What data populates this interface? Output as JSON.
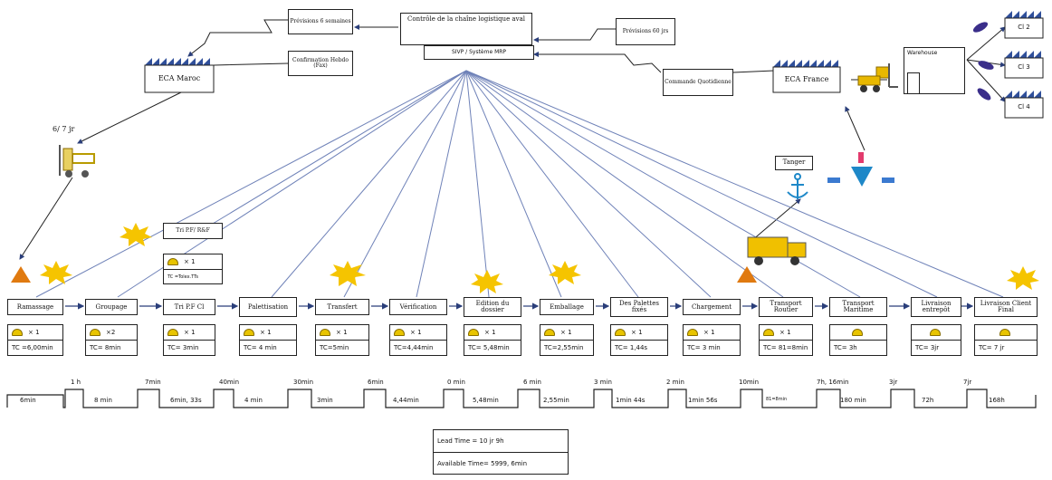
{
  "top": {
    "forecast6": "Prévisions 6 semaines",
    "confirmation": "Confirmation Hebdo (Fax)",
    "control": "Contrôle de la chaîne logistique aval",
    "erp": "SIVP / Système MRP",
    "forecast60": "Prévisions 60 jrs",
    "daily_order": "Commande Quotidienne",
    "supplier": "ECA Maroc",
    "customer": "ECA France",
    "warehouse": "Warehouse",
    "clients": [
      "Cl 2",
      "Cl 3",
      "Cl 4"
    ],
    "truck_freq": "6/ 7 jr",
    "port": "Tanger",
    "tri": "Tri P.F/ R&F",
    "tri_ops": "× 1",
    "tri_tc": "TC =Tolex.TTs"
  },
  "processes": [
    {
      "name": "Ramassage",
      "ops": "× 1",
      "tc": "TC =6,00min"
    },
    {
      "name": "Groupage",
      "ops": "×2",
      "tc": "TC= 8min"
    },
    {
      "name": "Tri P.F Cl",
      "ops": "× 1",
      "tc": "TC= 3min"
    },
    {
      "name": "Palettisation",
      "ops": "× 1",
      "tc": "TC= 4 min"
    },
    {
      "name": "Transfert",
      "ops": "× 1",
      "tc": "TC=5min"
    },
    {
      "name": "Vérification",
      "ops": "× 1",
      "tc": "TC=4,44min"
    },
    {
      "name": "Edition du dossier",
      "ops": "× 1",
      "tc": "TC= 5,48min"
    },
    {
      "name": "Emballage",
      "ops": "× 1",
      "tc": "TC=2,55min"
    },
    {
      "name": "Des Palettes fixés",
      "ops": "× 1",
      "tc": "TC= 1,44s"
    },
    {
      "name": "Chargement",
      "ops": "× 1",
      "tc": "TC= 3 min"
    },
    {
      "name": "Transport Routier",
      "ops": "× 1",
      "tc": "TC= 81=8min"
    },
    {
      "name": "Transport Maritime",
      "ops": "",
      "tc": "TC= 3h"
    },
    {
      "name": "Livraison entrepôt",
      "ops": "",
      "tc": "TC= 3jr"
    },
    {
      "name": "Livraison Client Final",
      "ops": "",
      "tc": "TC= 7 jr"
    }
  ],
  "timeline": {
    "waits": [
      "1 h",
      "7min",
      "40min",
      "30min",
      "6min",
      "0 min",
      "6 min",
      "3 min",
      "2 min",
      "10min",
      "7h, 16min",
      "3jr",
      "7jr"
    ],
    "times": [
      "6min",
      "8 min",
      "6min, 33s",
      "4 min",
      "3min",
      "4,44min",
      "5,48min",
      "2,55min",
      "1min 44s",
      "1min 56s",
      "81=8min",
      "180 min",
      "72h",
      "168h"
    ]
  },
  "summary": {
    "lead_time": "Lead Time = 10 jr 9h",
    "available_time": "Available Time= 5999, 6min"
  },
  "colors": {
    "factory": "#2f4f9a",
    "line": "#6f82b8",
    "arrow": "#2a3e7a",
    "burst": "#f5c400",
    "triangle": "#e07a10",
    "truck": "#f0c000",
    "forklift": "#e8b800"
  }
}
